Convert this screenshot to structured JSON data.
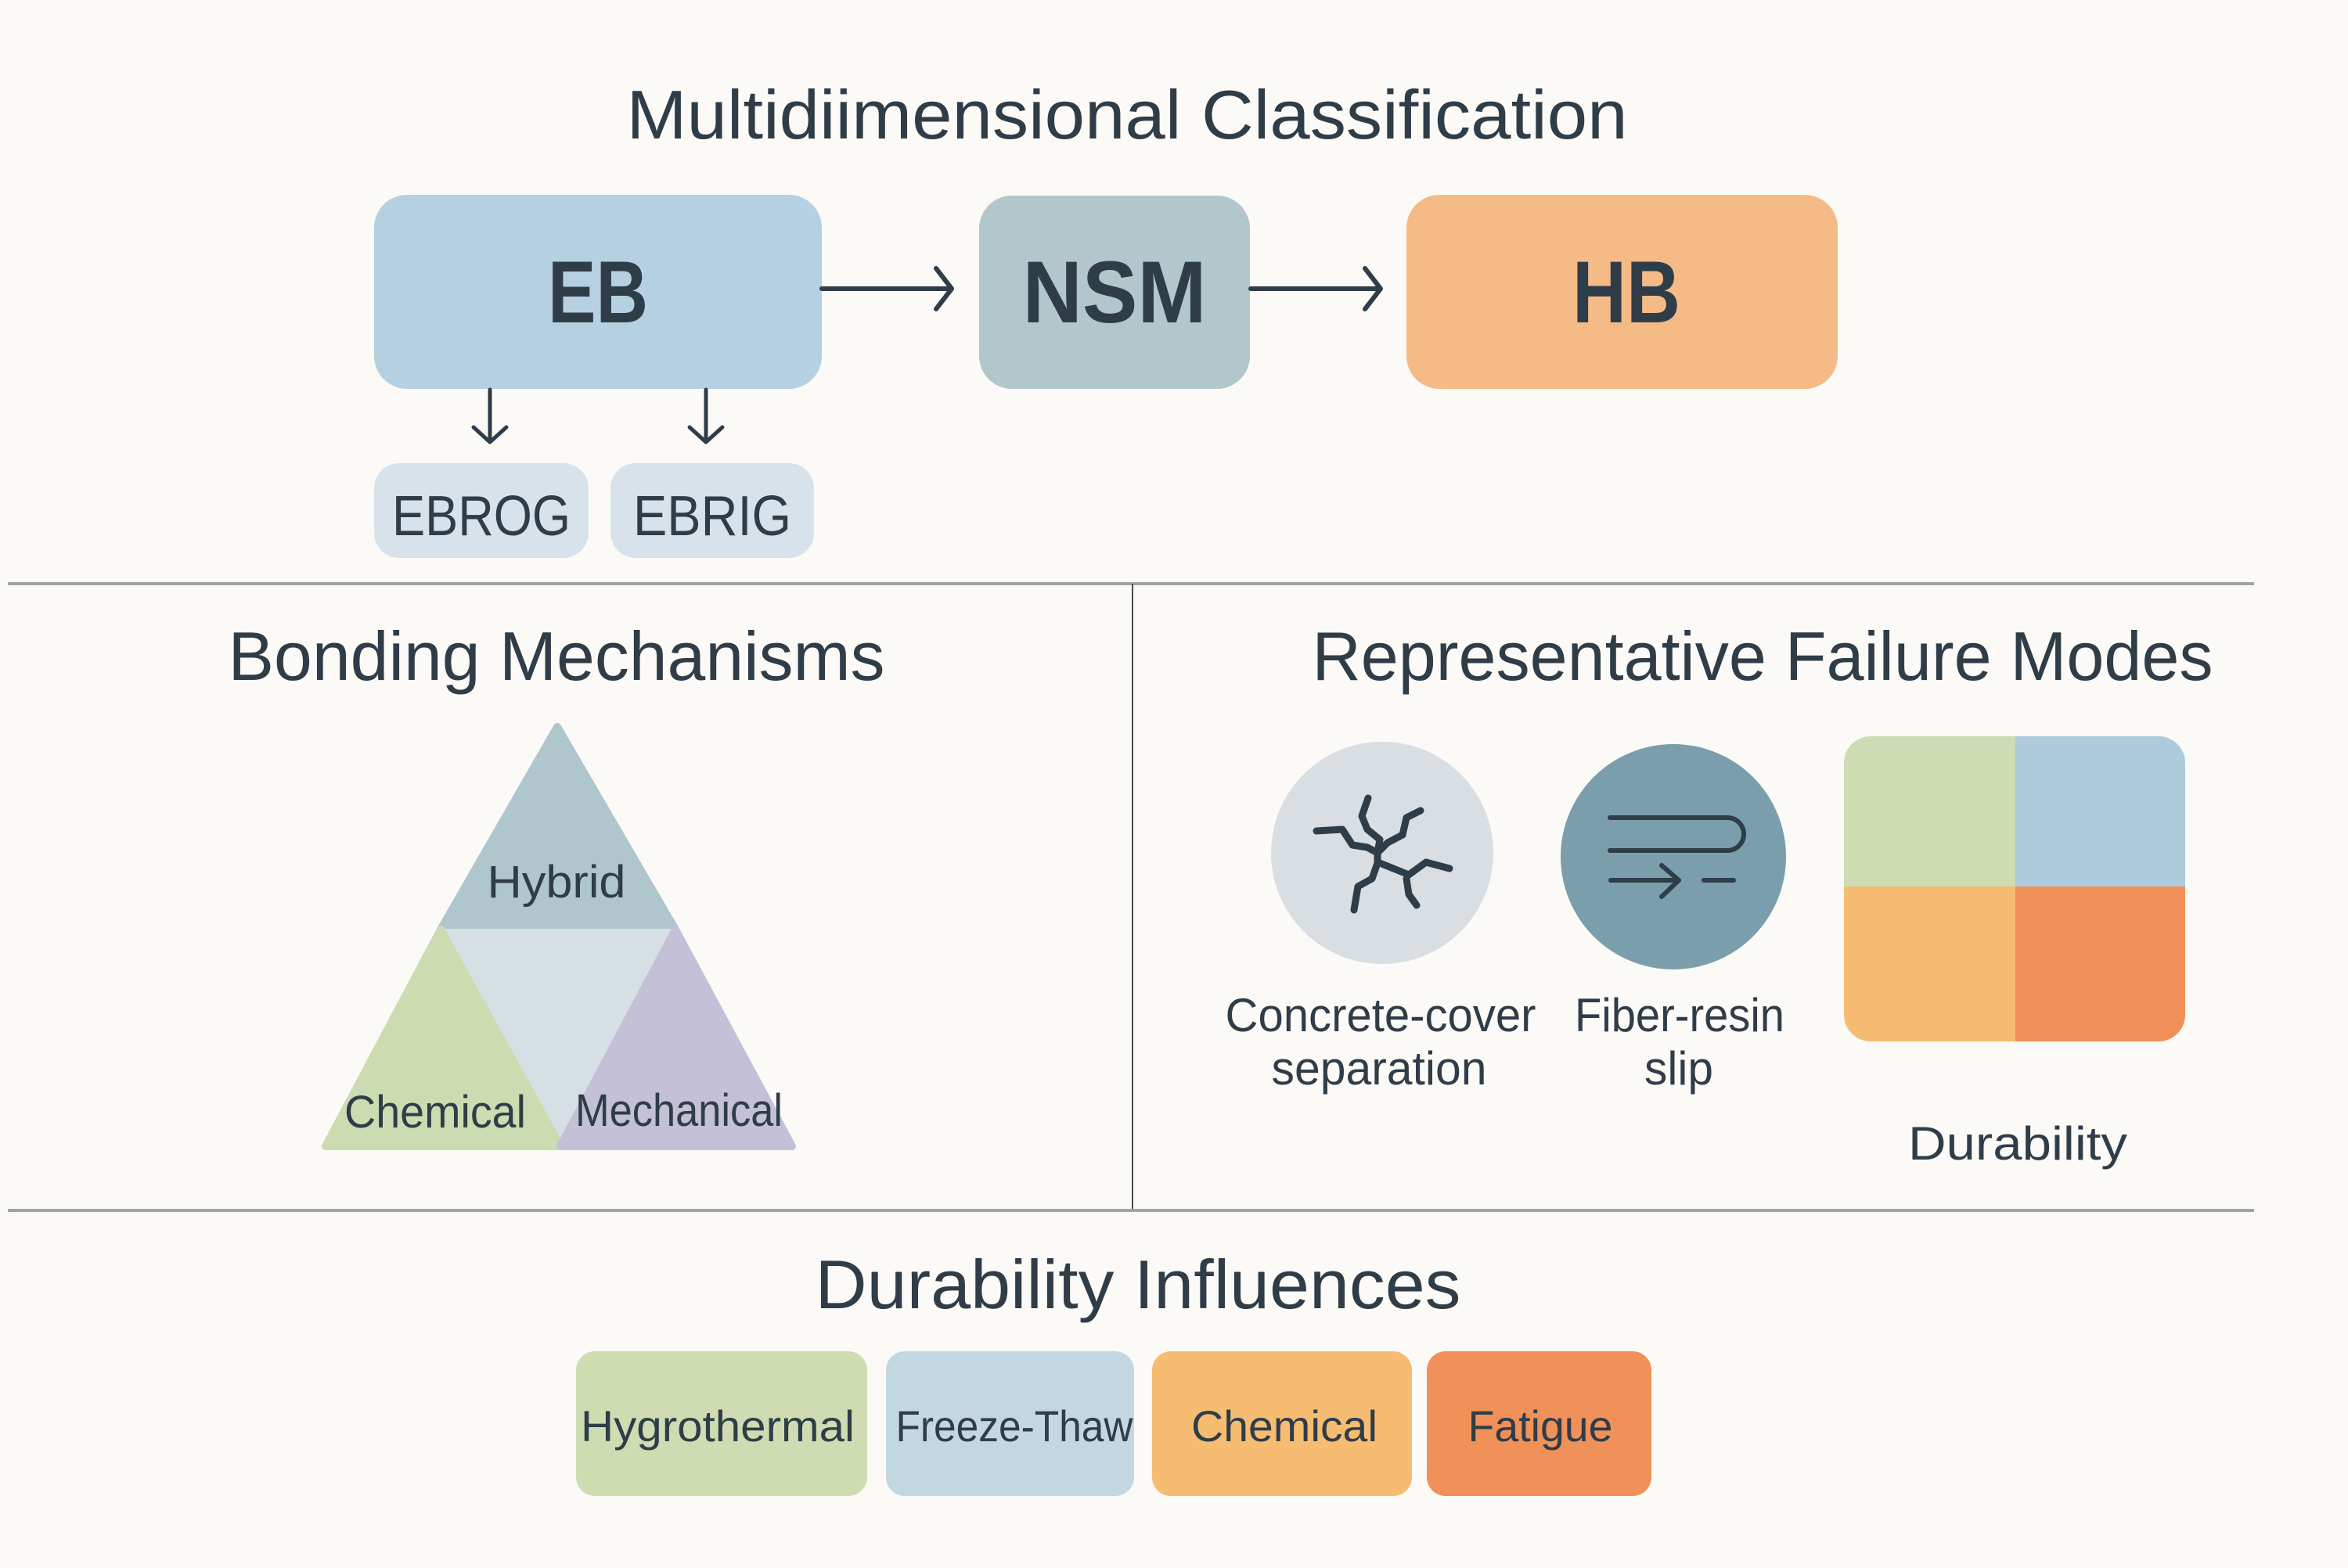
{
  "figure": {
    "background": "#fbfaf7",
    "text_color": "#2f3d48"
  },
  "classification": {
    "title": "Multidiimensional Classification",
    "boxes": [
      {
        "label": "EB",
        "color": "#b5d0e0"
      },
      {
        "label": "NSM",
        "color": "#b2c7cc"
      },
      {
        "label": "HB",
        "color": "#f5bb87"
      }
    ],
    "flow": [
      "EB",
      "NSM",
      "HB"
    ],
    "sub_types": [
      {
        "label": "EBROG",
        "color": "#d8e2ea",
        "parent": "EB"
      },
      {
        "label": "EBRIG",
        "color": "#d8e2ea",
        "parent": "EB"
      }
    ]
  },
  "bonding": {
    "title": "Bonding Mechanisms",
    "segments": [
      {
        "label": "Hybrid",
        "color": "#aec6cc",
        "position": "top"
      },
      {
        "label": "Chemical",
        "color": "#cddbb0",
        "position": "bottom-left"
      },
      {
        "label": "Mechanical",
        "color": "#c3c0d8",
        "position": "bottom-right"
      }
    ],
    "center_color": "#d6e0e4"
  },
  "failure_modes": {
    "title": "Representative Failure Modes",
    "items": [
      {
        "line1": "Concrete-cover",
        "line2": "separation",
        "icon": "crack-icon",
        "color": "#d9dee2"
      },
      {
        "line1": "Fiber-resin",
        "line2": "slip",
        "icon": "slip-arrow-icon",
        "color": "#7a9eab"
      }
    ],
    "durability": {
      "label": "Durability",
      "quadrants": [
        "#cddcb3",
        "#aecadd",
        "#f5bc72",
        "#f09058"
      ]
    }
  },
  "influences": {
    "title": "Durability Influences",
    "items": [
      {
        "label": "Hygrothermal",
        "color": "#cfdcb2"
      },
      {
        "label": "Freeze-Thaw",
        "color": "#c3d7e3"
      },
      {
        "label": "Chemical",
        "color": "#f6bc72"
      },
      {
        "label": "Fatigue",
        "color": "#f0915a"
      }
    ]
  }
}
